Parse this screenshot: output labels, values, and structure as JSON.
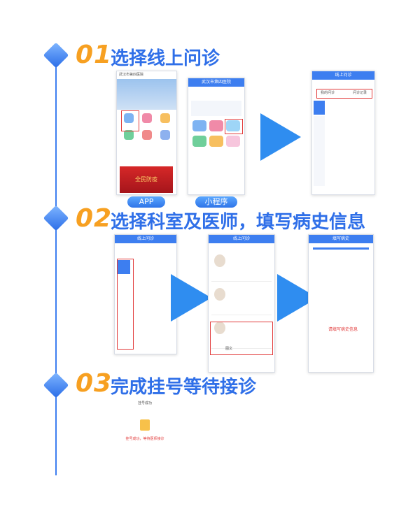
{
  "steps": [
    {
      "number": "01",
      "title": "选择线上问诊"
    },
    {
      "number": "02",
      "title": "选择科室及医师，填写病史信息"
    },
    {
      "number": "03",
      "title": "完成挂号等待接诊"
    }
  ],
  "labels": {
    "app": "APP",
    "mini": "小程序"
  },
  "colors": {
    "accent": "#2f6fe8",
    "number": "#f7a021",
    "highlight": "#e23b3b"
  },
  "screens": {
    "app": {
      "title": "武汉市第四医院",
      "banner": "全民防疫"
    },
    "mini": {
      "title": "武汉市第四医院"
    },
    "online1": {
      "title": "线上问诊",
      "tab1": "我的问诊",
      "tab2": "问诊记录"
    },
    "dept": {
      "title": "线上问诊"
    },
    "doctors": {
      "title": "线上问诊",
      "doc_action": "图文"
    },
    "form": {
      "title": "填写病史",
      "red_text": "请填写病史信息"
    },
    "confirm": {
      "title": "挂号成功",
      "text": "挂号成功，等待医师接诊"
    }
  }
}
